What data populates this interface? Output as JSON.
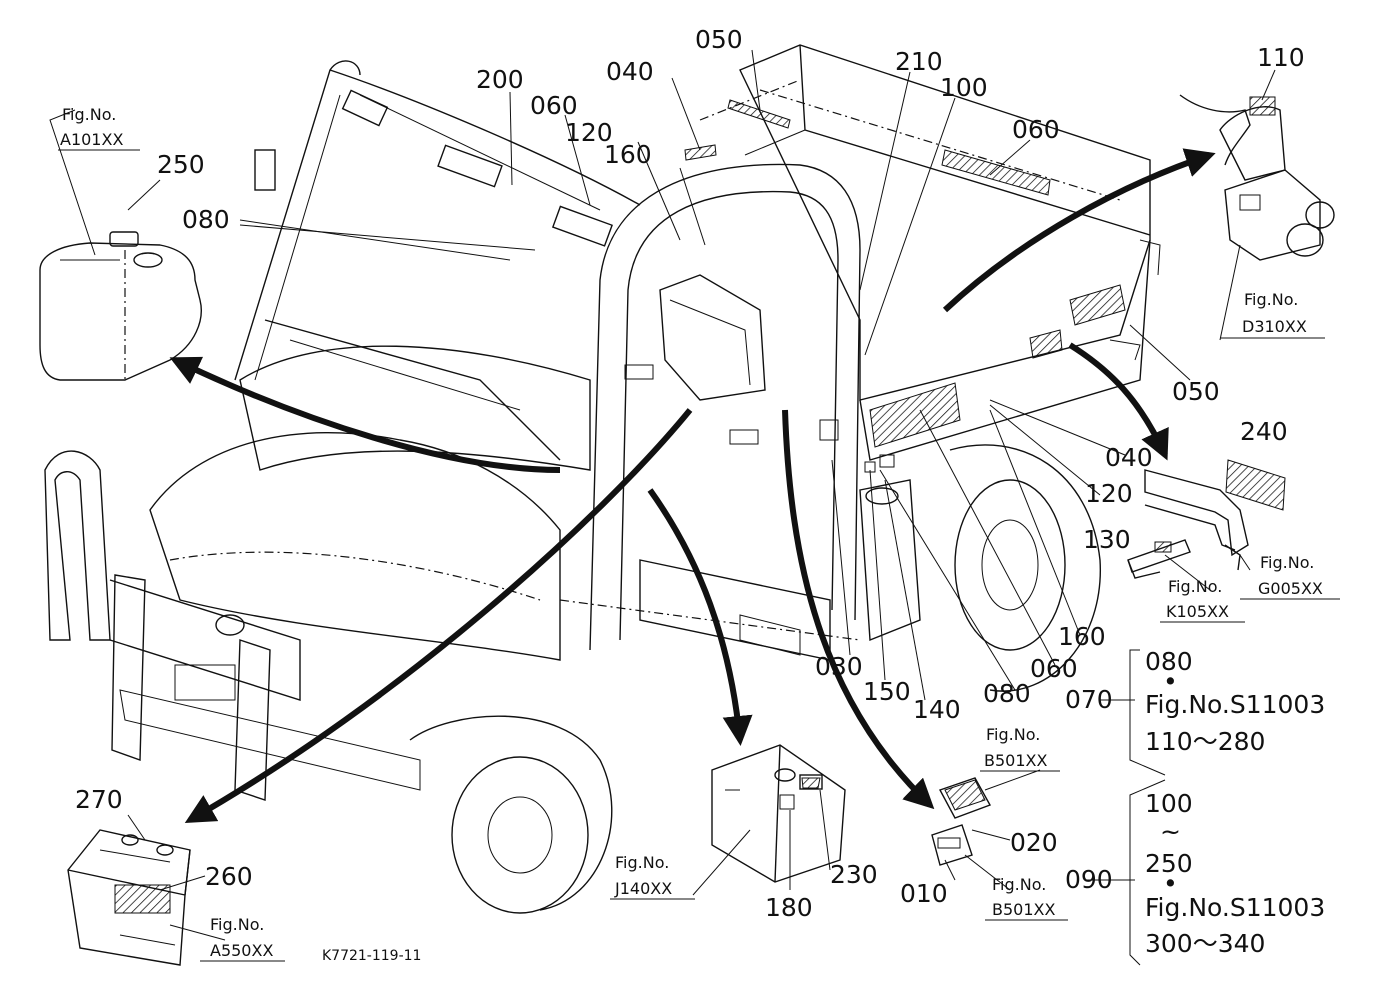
{
  "diagram": {
    "drawing_code": "K7721-119-11",
    "callouts": [
      {
        "id": "c200",
        "text": "200"
      },
      {
        "id": "c050a",
        "text": "050"
      },
      {
        "id": "c040a",
        "text": "040"
      },
      {
        "id": "c060a",
        "text": "060"
      },
      {
        "id": "c120a",
        "text": "120"
      },
      {
        "id": "c160a",
        "text": "160"
      },
      {
        "id": "c210",
        "text": "210"
      },
      {
        "id": "c100",
        "text": "100"
      },
      {
        "id": "c060b",
        "text": "060"
      },
      {
        "id": "c110",
        "text": "110"
      },
      {
        "id": "c250",
        "text": "250"
      },
      {
        "id": "c080a",
        "text": "080"
      },
      {
        "id": "c050b",
        "text": "050"
      },
      {
        "id": "c040b",
        "text": "040"
      },
      {
        "id": "c120b",
        "text": "120"
      },
      {
        "id": "c240",
        "text": "240"
      },
      {
        "id": "c130",
        "text": "130"
      },
      {
        "id": "c160b",
        "text": "160"
      },
      {
        "id": "c060c",
        "text": "060"
      },
      {
        "id": "c080b",
        "text": "080"
      },
      {
        "id": "c030",
        "text": "030"
      },
      {
        "id": "c150",
        "text": "150"
      },
      {
        "id": "c140",
        "text": "140"
      },
      {
        "id": "c070",
        "text": "070"
      },
      {
        "id": "c270",
        "text": "270"
      },
      {
        "id": "c260",
        "text": "260"
      },
      {
        "id": "c020",
        "text": "020"
      },
      {
        "id": "c010",
        "text": "010"
      },
      {
        "id": "c090",
        "text": "090"
      },
      {
        "id": "c180",
        "text": "180"
      },
      {
        "id": "c230",
        "text": "230"
      }
    ],
    "fig_refs": [
      {
        "id": "fA101",
        "label": "Fig.No.",
        "code": "A101XX"
      },
      {
        "id": "fD310",
        "label": "Fig.No.",
        "code": "D310XX"
      },
      {
        "id": "fG005",
        "label": "Fig.No.",
        "code": "G005XX"
      },
      {
        "id": "fK105",
        "label": "Fig.No.",
        "code": "K105XX"
      },
      {
        "id": "fB501a",
        "label": "Fig.No.",
        "code": "B501XX"
      },
      {
        "id": "fB501b",
        "label": "Fig.No.",
        "code": "B501XX"
      },
      {
        "id": "fJ140",
        "label": "Fig.No.",
        "code": "J140XX"
      },
      {
        "id": "fA550",
        "label": "Fig.No.",
        "code": "A550XX"
      }
    ],
    "groups": [
      {
        "id": "g070",
        "lines": [
          "080",
          "•",
          "Fig.No.S11003",
          "110～280"
        ]
      },
      {
        "id": "g090",
        "lines": [
          "100",
          "~",
          "250",
          "•",
          "Fig.No.S11003",
          "300～340"
        ]
      }
    ]
  }
}
